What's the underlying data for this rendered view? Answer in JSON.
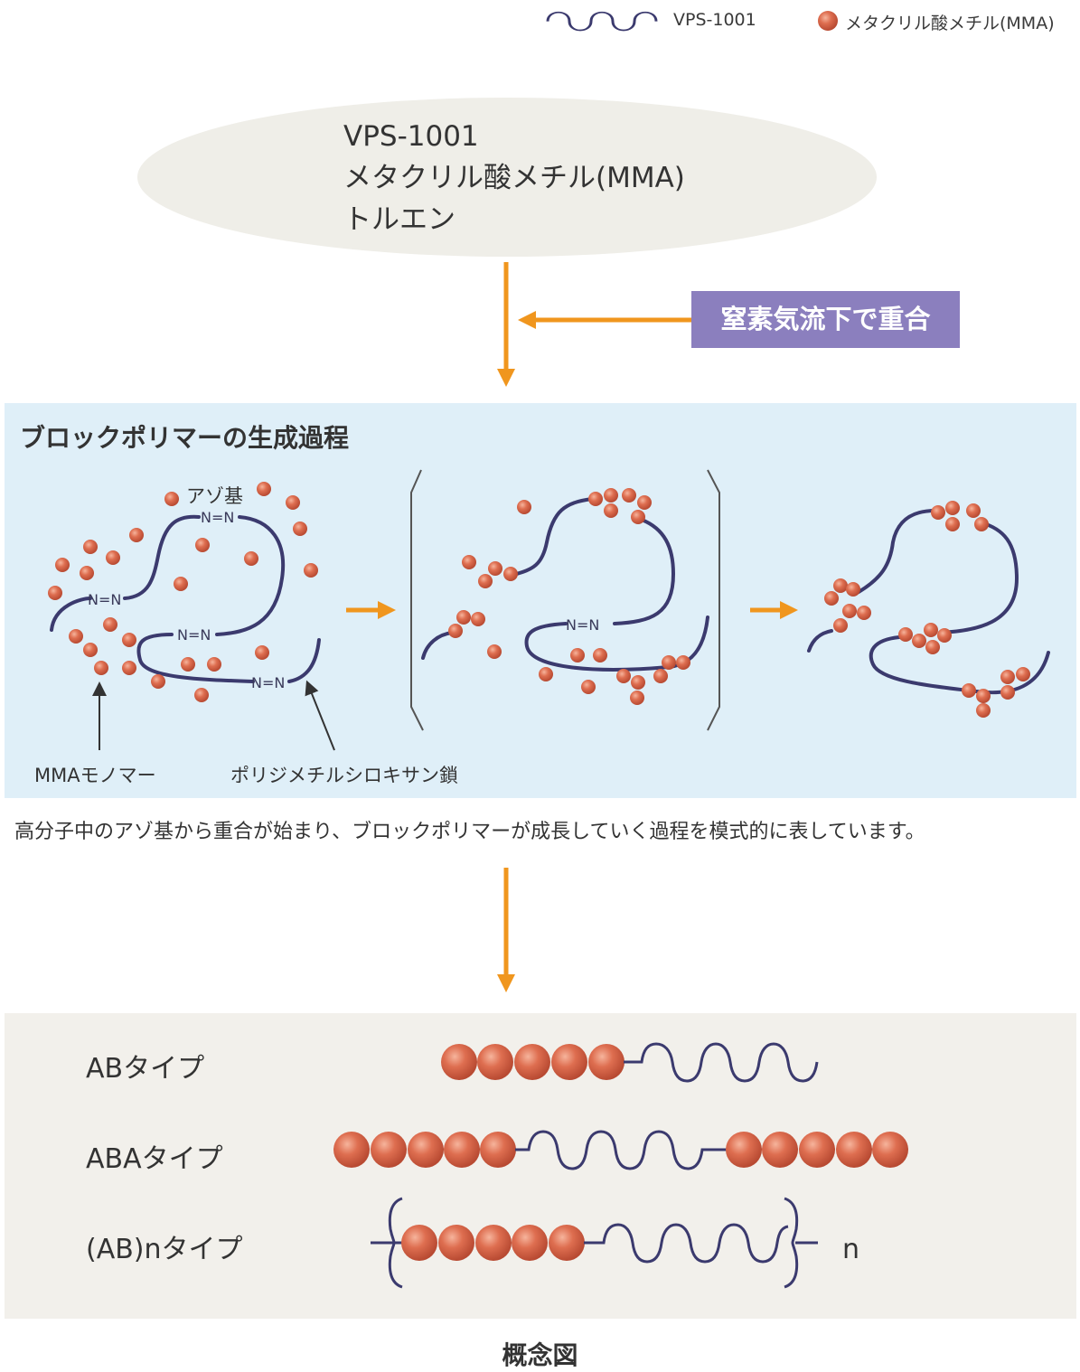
{
  "legend": {
    "chain_label": "VPS-1001",
    "bead_label": "メタクリル酸メチル(MMA)"
  },
  "reactants": {
    "line1": "VPS-1001",
    "line2": "メタクリル酸メチル(MMA)",
    "line3": "トルエン"
  },
  "condition": "窒素気流下で重合",
  "process": {
    "title": "ブロックポリマーの生成過程",
    "azo_group_label": "アゾ基",
    "azo_symbol": "N=N",
    "monomer_label": "MMAモノマー",
    "chain_label": "ポリジメチルシロキサン鎖"
  },
  "caption": "高分子中のアゾ基から重合が始まり、ブロックポリマーが成長していく過程を模式的に表しています。",
  "types": {
    "ab": "ABタイプ",
    "aba": "ABAタイプ",
    "abn": "(AB)nタイプ",
    "n": "n"
  },
  "figure_caption": "概念図",
  "colors": {
    "arrow": "#f0961e",
    "chain": "#3b3a6e",
    "bead": "#d9674a",
    "condition_box": "#8b7fbe",
    "panel_blue": "#dfeff8",
    "panel_grey": "#f2f0eb"
  }
}
